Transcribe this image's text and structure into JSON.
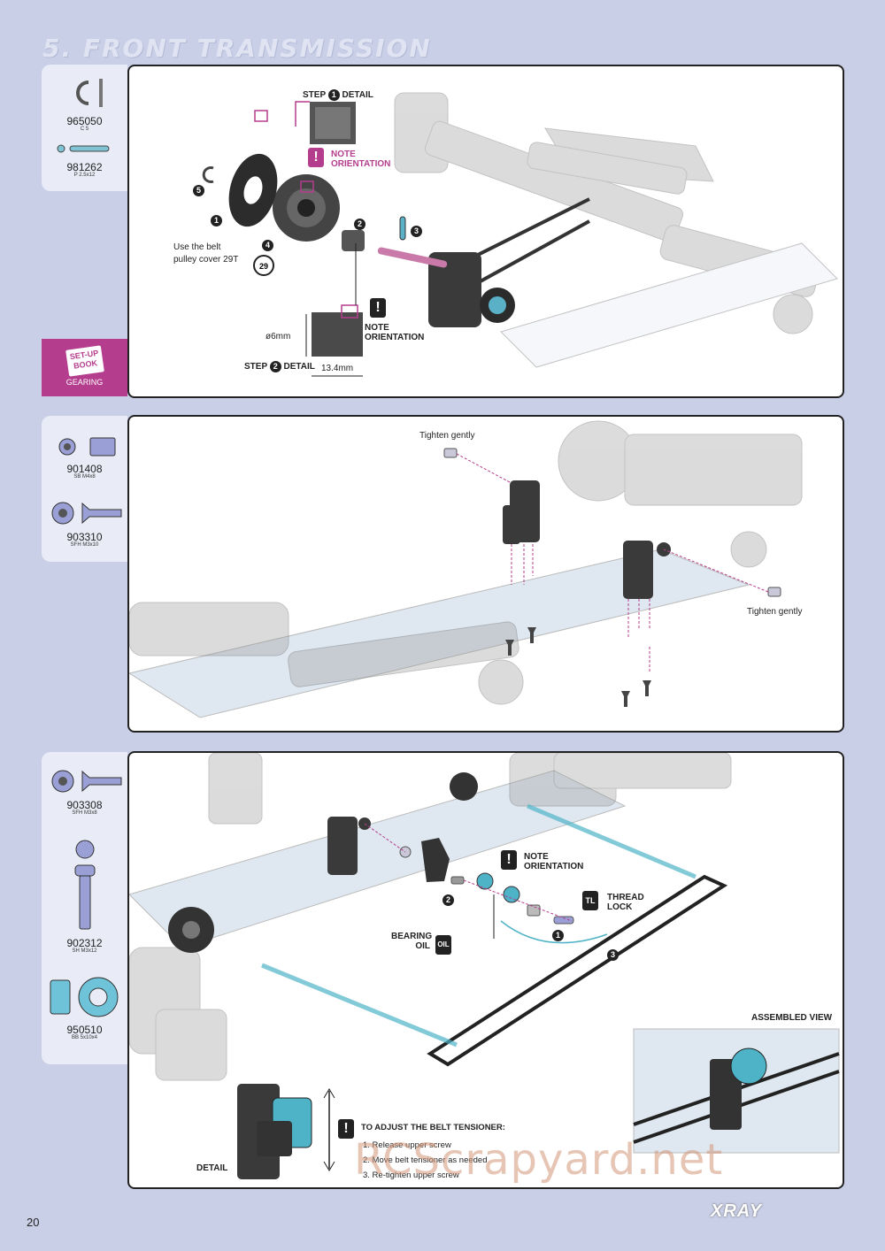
{
  "title": "5. FRONT TRANSMISSION",
  "page_number": "20",
  "logo": "XRAY",
  "watermark": "RCScrapyard.net",
  "setup_book": {
    "badge": "SET-UP BOOK",
    "label": "GEARING"
  },
  "parts_panel1": [
    {
      "code": "965050",
      "desc": "C 5"
    },
    {
      "code": "981262",
      "desc": "P 2.5x12"
    }
  ],
  "parts_panel2": [
    {
      "code": "901408",
      "desc": "SB M4x8"
    },
    {
      "code": "903310",
      "desc": "SFH M3x10"
    }
  ],
  "parts_panel3": [
    {
      "code": "903308",
      "desc": "SFH M3x8"
    },
    {
      "code": "902312",
      "desc": "SH M3x12"
    },
    {
      "code": "950510",
      "desc": "BB 5x10x4"
    }
  ],
  "panel1": {
    "step1_detail": "STEP",
    "step1_detail_suffix": "DETAIL",
    "note1": "NOTE",
    "note1b": "ORIENTATION",
    "belt_note_1": "Use the belt",
    "belt_note_2": "pulley cover 29T",
    "pulley_badge": "29",
    "diameter": "ø6mm",
    "length": "13.4mm",
    "step2_detail": "STEP",
    "step2_detail_suffix": "DETAIL",
    "note2": "NOTE",
    "note2b": "ORIENTATION",
    "nums": [
      "1",
      "2",
      "3",
      "4",
      "5"
    ]
  },
  "panel2": {
    "tighten1": "Tighten gently",
    "tighten2": "Tighten gently"
  },
  "panel3": {
    "note": "NOTE",
    "noteb": "ORIENTATION",
    "thread": "THREAD",
    "lock": "LOCK",
    "bearing": "BEARING",
    "oil": "OIL",
    "assembled": "ASSEMBLED VIEW",
    "detail": "DETAIL",
    "adjust_title": "TO ADJUST THE BELT TENSIONER:",
    "adjust_steps": [
      "1. Release upper screw",
      "2. Move belt tensioner as needed",
      "3. Re-tighten upper screw"
    ],
    "nums": [
      "1",
      "2",
      "3"
    ]
  },
  "colors": {
    "accent": "#b53d8e",
    "bg": "#c9cfe7",
    "cyan": "#4fb3c8"
  }
}
